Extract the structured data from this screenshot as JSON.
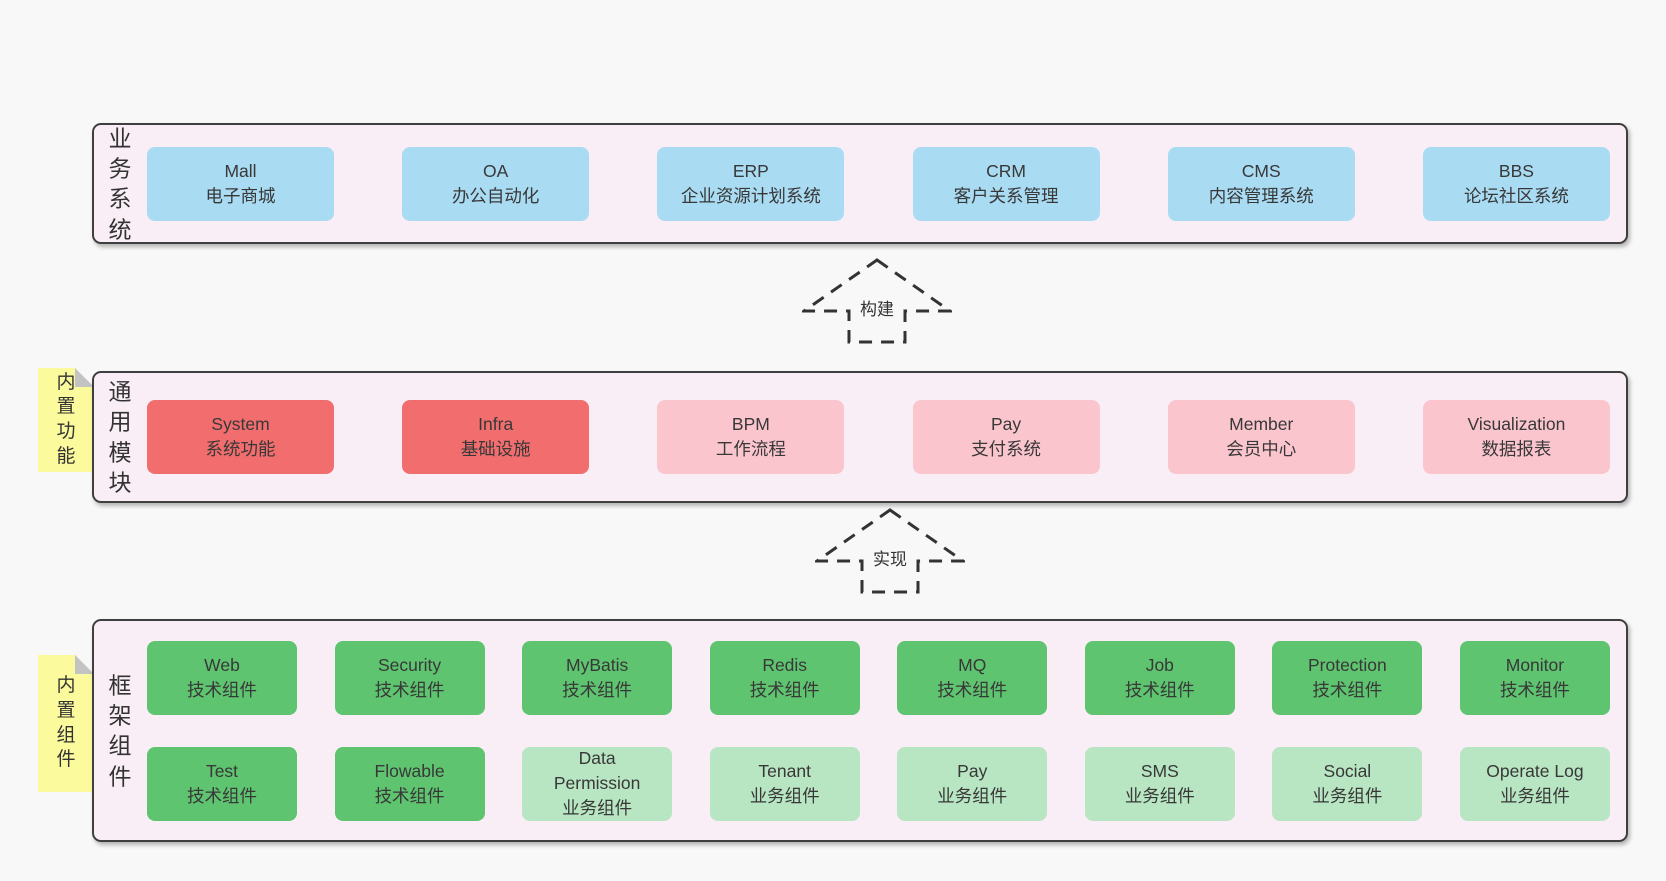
{
  "palette": {
    "page_bg": "#f8f8f8",
    "section_bg": "#f9eef6",
    "section_border": "#3f3f3f",
    "blue_box": "#a9dbf2",
    "red_box": "#f26d6d",
    "pink_box": "#fbc5ce",
    "green_box": "#5ec46f",
    "light_green_box": "#b8e5c2",
    "sticky_bg": "#fbfb9d",
    "text": "#383838"
  },
  "arrows": [
    {
      "label": "构建"
    },
    {
      "label": "实现"
    }
  ],
  "sections": [
    {
      "id": "business",
      "side_label": "业务系统",
      "rows": [
        [
          {
            "title": "Mall",
            "subtitle": "电子商城",
            "variant": "blue"
          },
          {
            "title": "OA",
            "subtitle": "办公自动化",
            "variant": "blue"
          },
          {
            "title": "ERP",
            "subtitle": "企业资源计划系统",
            "variant": "blue"
          },
          {
            "title": "CRM",
            "subtitle": "客户关系管理",
            "variant": "blue"
          },
          {
            "title": "CMS",
            "subtitle": "内容管理系统",
            "variant": "blue"
          },
          {
            "title": "BBS",
            "subtitle": "论坛社区系统",
            "variant": "blue"
          }
        ]
      ]
    },
    {
      "id": "modules",
      "side_label": "通用模块",
      "sticky": "内置功能",
      "rows": [
        [
          {
            "title": "System",
            "subtitle": "系统功能",
            "variant": "red"
          },
          {
            "title": "Infra",
            "subtitle": "基础设施",
            "variant": "red"
          },
          {
            "title": "BPM",
            "subtitle": "工作流程",
            "variant": "pink"
          },
          {
            "title": "Pay",
            "subtitle": "支付系统",
            "variant": "pink"
          },
          {
            "title": "Member",
            "subtitle": "会员中心",
            "variant": "pink"
          },
          {
            "title": "Visualization",
            "subtitle": "数据报表",
            "variant": "pink"
          }
        ]
      ]
    },
    {
      "id": "components",
      "side_label": "框架组件",
      "sticky": "内置组件",
      "rows": [
        [
          {
            "title": "Web",
            "subtitle": "技术组件",
            "variant": "green"
          },
          {
            "title": "Security",
            "subtitle": "技术组件",
            "variant": "green"
          },
          {
            "title": "MyBatis",
            "subtitle": "技术组件",
            "variant": "green"
          },
          {
            "title": "Redis",
            "subtitle": "技术组件",
            "variant": "green"
          },
          {
            "title": "MQ",
            "subtitle": "技术组件",
            "variant": "green"
          },
          {
            "title": "Job",
            "subtitle": "技术组件",
            "variant": "green"
          },
          {
            "title": "Protection",
            "subtitle": "技术组件",
            "variant": "green"
          },
          {
            "title": "Monitor",
            "subtitle": "技术组件",
            "variant": "green"
          }
        ],
        [
          {
            "title": "Test",
            "subtitle": "技术组件",
            "variant": "green"
          },
          {
            "title": "Flowable",
            "subtitle": "技术组件",
            "variant": "green"
          },
          {
            "title": "Data Permission",
            "subtitle": "业务组件",
            "variant": "lightgreen"
          },
          {
            "title": "Tenant",
            "subtitle": "业务组件",
            "variant": "lightgreen"
          },
          {
            "title": "Pay",
            "subtitle": "业务组件",
            "variant": "lightgreen"
          },
          {
            "title": "SMS",
            "subtitle": "业务组件",
            "variant": "lightgreen"
          },
          {
            "title": "Social",
            "subtitle": "业务组件",
            "variant": "lightgreen"
          },
          {
            "title": "Operate Log",
            "subtitle": "业务组件",
            "variant": "lightgreen"
          }
        ]
      ]
    }
  ]
}
